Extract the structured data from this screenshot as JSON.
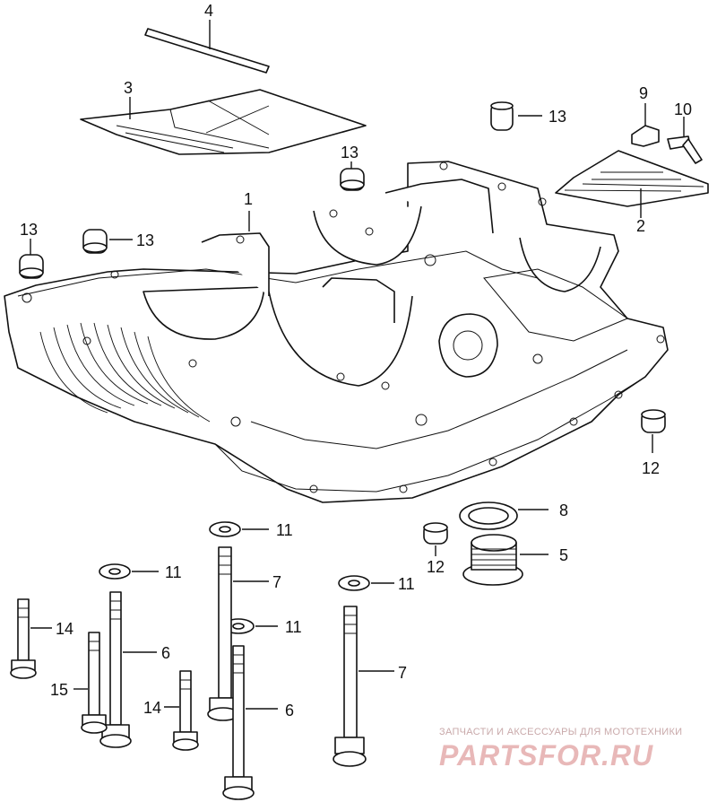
{
  "callouts": {
    "c1": "1",
    "c2": "2",
    "c3": "3",
    "c4": "4",
    "c5": "5",
    "c6a": "6",
    "c6b": "6",
    "c7a": "7",
    "c7b": "7",
    "c8": "8",
    "c9": "9",
    "c10": "10",
    "c11a": "11",
    "c11b": "11",
    "c11c": "11",
    "c11d": "11",
    "c12a": "12",
    "c12b": "12",
    "c13a": "13",
    "c13b": "13",
    "c13c": "13",
    "c13d": "13",
    "c14a": "14",
    "c14b": "14",
    "c15": "15"
  },
  "watermark": {
    "tagline": "ЗАПЧАСТИ И АКСЕССУАРЫ ДЛЯ МОТОТЕХНИКИ",
    "logo": "PARTSFOR.RU"
  }
}
